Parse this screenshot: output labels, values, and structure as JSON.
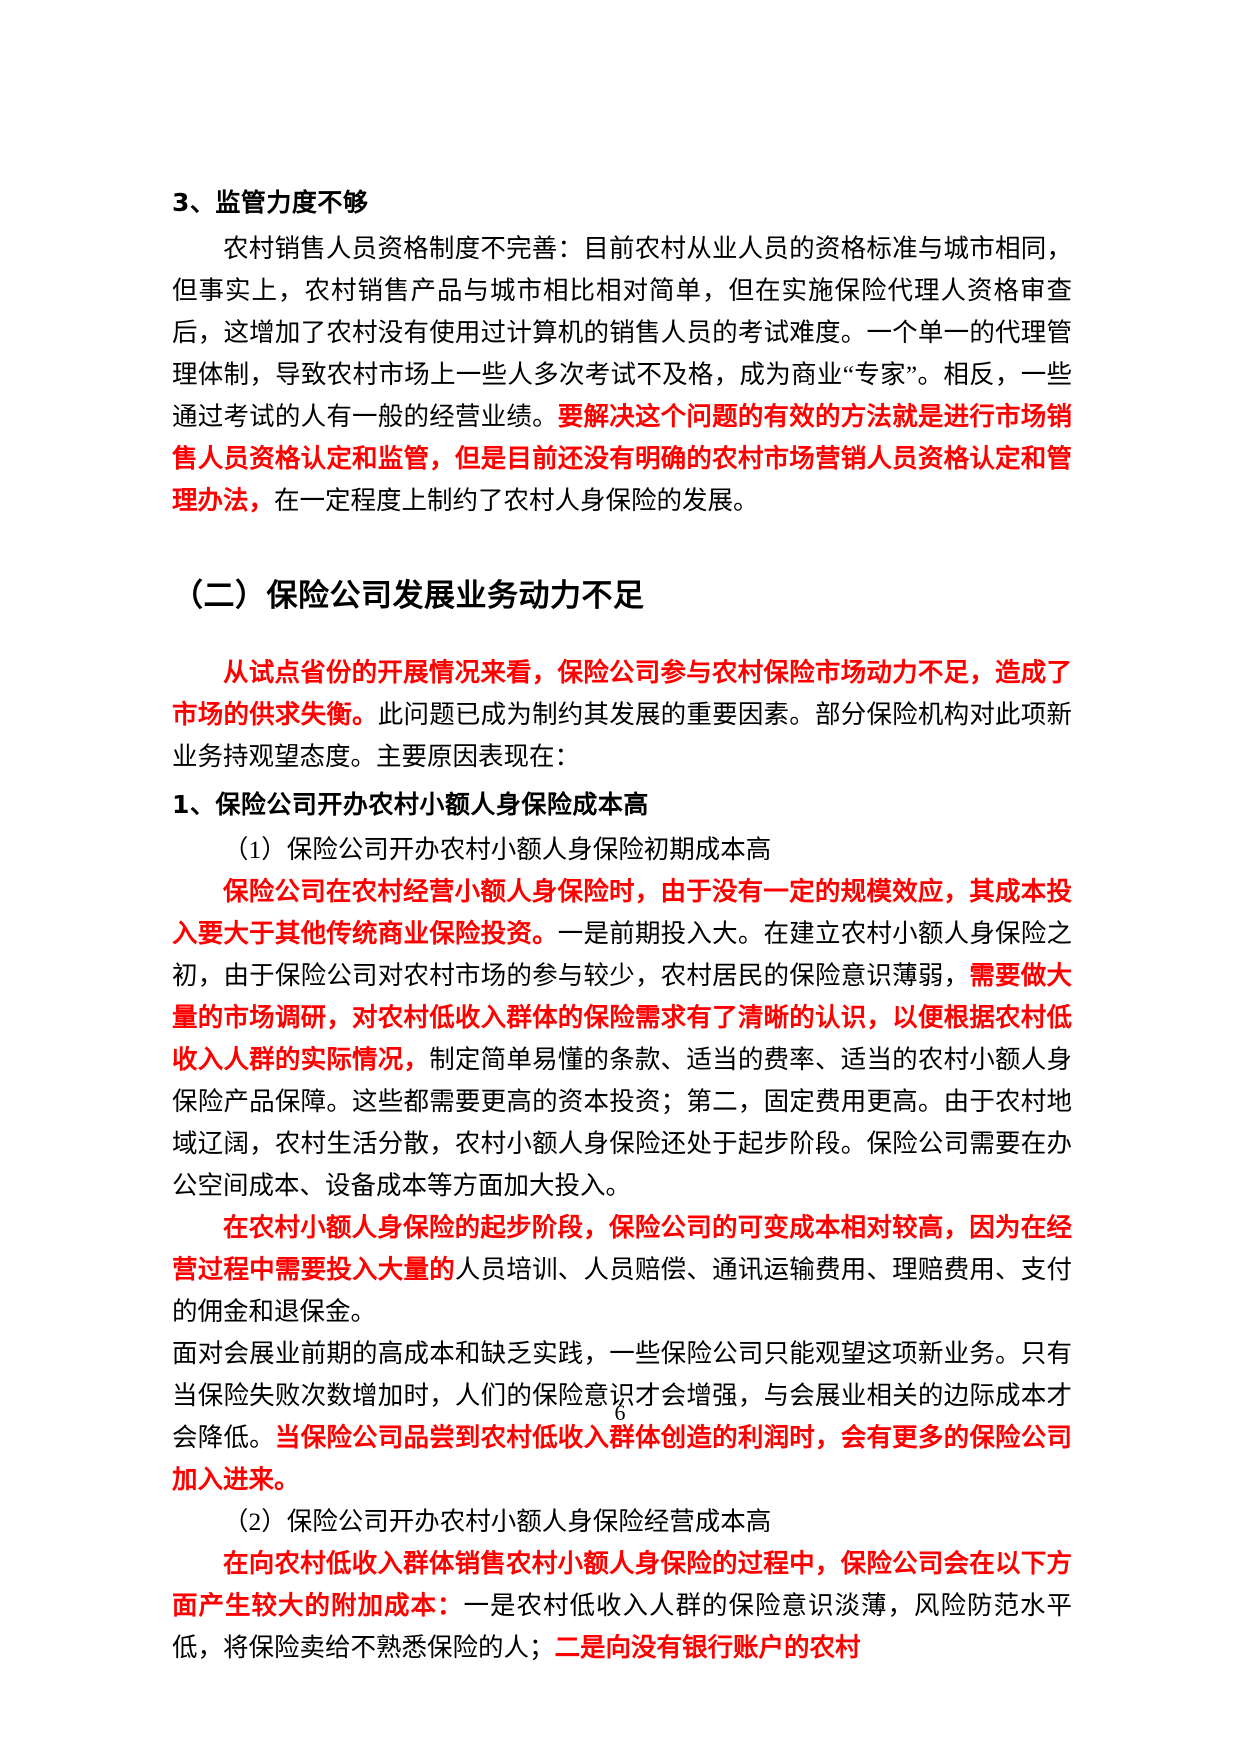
{
  "document": {
    "page_number": "6",
    "accent_color": "#FF0000",
    "text_color": "#000000",
    "background_color": "#FFFFFF"
  },
  "sections": {
    "heading_3": "3、监管力度不够",
    "para_1_black_a": "农村销售人员资格制度不完善：目前农村从业人员的资格标准与城市相同，但事实上，农村销售产品与城市相比相对简单，但在实施保险代理人资格审查后，这增加了农村没有使用过计算机的销售人员的考试难度。一个单一的代理管理体制，导致农村市场上一些人多次考试不及格，成为商业“专家”。相反，一些通过考试的人有一般的经营业绩。",
    "para_1_red": "要解决这个问题的有效的方法就是进行市场销售人员资格认定和监管，但是目前还没有明确的农村市场营销人员资格认定和管理办法，",
    "para_1_black_b": "在一定程度上制约了农村人身保险的发展。",
    "heading_er": "（二）保险公司发展业务动力不足",
    "para_2_red": "从试点省份的开展情况来看，保险公司参与农村保险市场动力不足，造成了市场的供求失衡。",
    "para_2_black": "此问题已成为制约其发展的重要因素。部分保险机构对此项新业务持观望态度。主要原因表现在：",
    "heading_1": "1、保险公司开办农村小额人身保险成本高",
    "para_3_black": "（1）保险公司开办农村小额人身保险初期成本高",
    "para_4_red_a": "保险公司在农村经营小额人身保险时，由于没有一定的规模效应，其成本投入要大于其他传统商业保险投资。",
    "para_4_black_a": "一是前期投入大。在建立农村小额人身保险之初，由于保险公司对农村市场的参与较少，农村居民的保险意识薄弱，",
    "para_4_red_b": "需要做大量的市场调研，对农村低收入群体的保险需求有了清晰的认识，以便根据农村低收入人群的实际情况，",
    "para_4_black_b": "制定简单易懂的条款、适当的费率、适当的农村小额人身保险产品保障。这些都需要更高的资本投资；第二，固定费用更高。由于农村地域辽阔，农村生活分散，农村小额人身保险还处于起步阶段。保险公司需要在办公空间成本、设备成本等方面加大投入。",
    "para_5_red": "在农村小额人身保险的起步阶段，保险公司的可变成本相对较高，因为在经营过程中需要投入大量的",
    "para_5_black": "人员培训、人员赔偿、通讯运输费用、理赔费用、支付的佣金和退保金。",
    "para_6_black_a": "面对会展业前期的高成本和缺乏实践，一些保险公司只能观望这项新业务。只有当保险失败次数增加时，人们的保险意识才会增强，与会展业相关的边际成本才会降低。",
    "para_6_red": "当保险公司品尝到农村低收入群体创造的利润时，会有更多的保险公司加入进来。",
    "para_7_black": "（2）保险公司开办农村小额人身保险经营成本高",
    "para_8_red_a": "在向农村低收入群体销售农村小额人身保险的过程中，保险公司会在以下方面产生较大的附加成本：",
    "para_8_black_a": "一是农村低收入人群的保险意识淡薄，风险防范水平低，将保险卖给不熟悉保险的人；",
    "para_8_red_b": "二是向没有银行账户的农村"
  }
}
